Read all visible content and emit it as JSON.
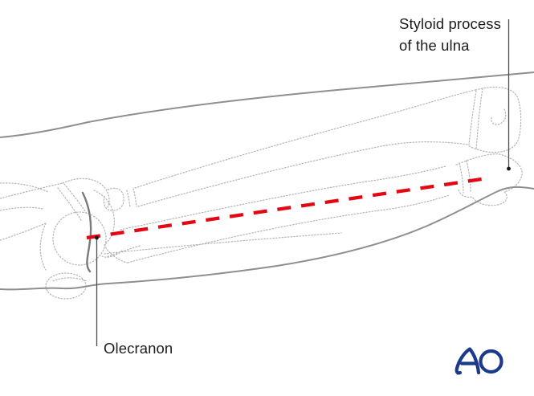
{
  "annotations": {
    "styloid_label_line1": "Styloid process",
    "styloid_label_line2": "of the ulna",
    "olecranon_label": "Olecranon"
  },
  "logo": {
    "text": "AO"
  },
  "colors": {
    "approach_line_red": "#e30613",
    "skin_outline": "#8f8f8f",
    "bone_outline": "#b5b5b5",
    "olecranon_curve": "#7a7a7a",
    "pointer_line": "#4d4d4d",
    "pointer_dot": "#1a1a1a",
    "label_text": "#1c1c1c",
    "logo_blue": "#1c3a8d"
  }
}
